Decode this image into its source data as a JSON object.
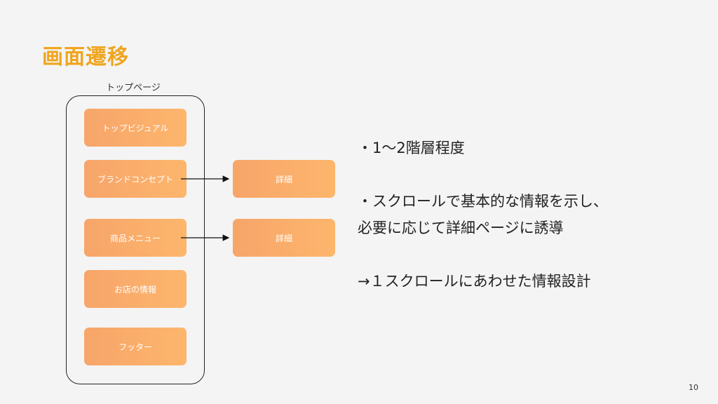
{
  "title": "画面遷移",
  "page_label": "トップページ",
  "sections": [
    {
      "label": "トップビジュアル"
    },
    {
      "label": "ブランドコンセプト"
    },
    {
      "label": "商品メニュー"
    },
    {
      "label": "お店の情報"
    },
    {
      "label": "フッター"
    }
  ],
  "details": [
    {
      "label": "詳細"
    },
    {
      "label": "詳細"
    }
  ],
  "bullets": [
    "・1〜2階層程度",
    "",
    "・スクロールで基本的な情報を示し、",
    "必要に応じて詳細ページに誘導",
    "",
    "→１スクロールにあわせた情報設計"
  ],
  "page_number": "10",
  "colors": {
    "title": "#f0a51e",
    "box_start": "#f7a56a",
    "box_end": "#fdb66c",
    "background": "#f4f4f4"
  }
}
